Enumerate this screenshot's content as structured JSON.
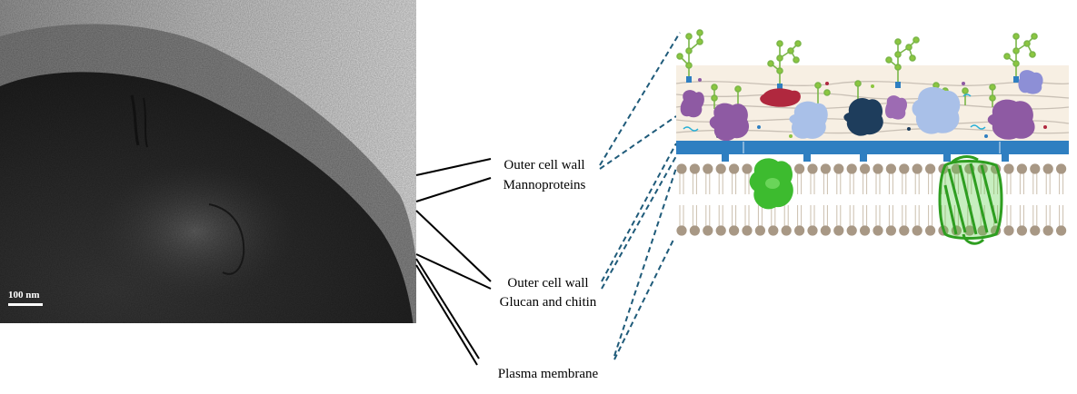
{
  "micrograph": {
    "scale_bar_label": "100 nm"
  },
  "labels": {
    "outer_wall_manno_line1": "Outer cell wall",
    "outer_wall_manno_line2": "Mannoproteins",
    "outer_wall_glucan_line1": "Outer cell wall",
    "outer_wall_glucan_line2": "Glucan and chitin",
    "plasma_membrane": "Plasma membrane"
  },
  "colors": {
    "mannan_chain": "#7ab648",
    "mannan_node": "#8cc63f",
    "wall_band": "#2f7fc1",
    "wall_zone": "#f7efe3",
    "lipid_head": "#a89885",
    "lipid_tail": "#cbbfae",
    "protein_purple": "#8e5aa3",
    "protein_red": "#b0283e",
    "protein_lightblue": "#a9c0e8",
    "protein_navy": "#1e3d5c",
    "protein_green": "#3dbb2f",
    "callout_dashed": "#1f5b7a"
  }
}
